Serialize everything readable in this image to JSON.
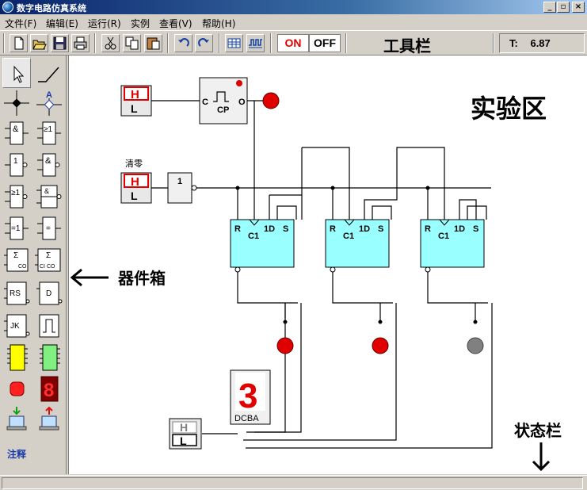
{
  "window": {
    "title": "数字电路仿真系统",
    "minimize": "_",
    "maximize": "▫",
    "close": "×"
  },
  "menu": [
    {
      "label": "文件(F)"
    },
    {
      "label": "编辑(E)"
    },
    {
      "label": "运行(R)"
    },
    {
      "label": "实例"
    },
    {
      "label": "查看(V)"
    },
    {
      "label": "帮助(H)"
    }
  ],
  "toolbar": {
    "buttons": [
      "new-icon",
      "open-icon",
      "save-icon",
      "print-icon",
      "cut-icon",
      "copy-icon",
      "paste-icon",
      "undo-icon",
      "redo-icon",
      "grid-icon",
      "waveform-icon"
    ],
    "on_label": "ON",
    "off_label": "OFF",
    "caption": "工具栏",
    "t_label": "T:",
    "t_value": "6.87"
  },
  "component_box": {
    "items": [
      {
        "icon": "pointer-icon",
        "text": ""
      },
      {
        "icon": "wire-icon",
        "text": ""
      },
      {
        "icon": "junction-icon",
        "text": ""
      },
      {
        "icon": "node-label-icon",
        "text": "A"
      },
      {
        "icon": "and-gate-icon",
        "text": "&"
      },
      {
        "icon": "or-gate-icon",
        "text": "≥1"
      },
      {
        "icon": "not-gate-icon",
        "text": "1"
      },
      {
        "icon": "nand-gate-icon",
        "text": "&"
      },
      {
        "icon": "nor-gate-icon",
        "text": "≥1"
      },
      {
        "icon": "and-or-invert-icon",
        "text": "&"
      },
      {
        "icon": "xnor-gate-icon",
        "text": "=1"
      },
      {
        "icon": "xor-gate-icon",
        "text": "="
      },
      {
        "icon": "half-adder-icon",
        "text": "Σ",
        "sub": "CO"
      },
      {
        "icon": "full-adder-icon",
        "text": "Σ",
        "sub": "CI CO"
      },
      {
        "icon": "rs-flipflop-icon",
        "text": "RS"
      },
      {
        "icon": "d-flipflop-icon",
        "text": "D"
      },
      {
        "icon": "jk-flipflop-icon",
        "text": "JK"
      },
      {
        "icon": "pulse-source-icon",
        "text": ""
      },
      {
        "icon": "yellow-chip-icon",
        "text": ""
      },
      {
        "icon": "green-chip-icon",
        "text": ""
      },
      {
        "icon": "led-icon",
        "text": ""
      },
      {
        "icon": "seven-segment-icon",
        "text": "8"
      },
      {
        "icon": "input-terminal-icon",
        "text": ""
      },
      {
        "icon": "output-terminal-icon",
        "text": ""
      }
    ],
    "note_label": "注释"
  },
  "canvas": {
    "area_caption": "实验区",
    "component_box_caption": "器件箱",
    "status_bar_caption": "状态栏",
    "clear_label": "清零",
    "switch_top_label": {
      "h": "H",
      "l": "L"
    },
    "switch_clear_label": {
      "h": "H",
      "l": "L"
    },
    "switch_bottom_label": {
      "h": "H",
      "l": "L"
    },
    "clock": {
      "input_label": "C",
      "body_label": "CP",
      "output_label": "O"
    },
    "not_gate_label": "1",
    "flipflops": [
      {
        "r": "R",
        "c": "C1",
        "d": "1D",
        "s": "S"
      },
      {
        "r": "R",
        "c": "C1",
        "d": "1D",
        "s": "S"
      },
      {
        "r": "R",
        "c": "C1",
        "d": "1D",
        "s": "S"
      }
    ],
    "display": {
      "digit": "3",
      "pins": "DCBA"
    },
    "leds": [
      {
        "name": "clock-led",
        "state": "on",
        "color": "#e00000"
      },
      {
        "name": "q1-led",
        "state": "on",
        "color": "#e00000"
      },
      {
        "name": "q2-led",
        "state": "on",
        "color": "#e00000"
      },
      {
        "name": "q3-led",
        "state": "off",
        "color": "#808080"
      }
    ]
  },
  "status": {
    "text": ""
  }
}
